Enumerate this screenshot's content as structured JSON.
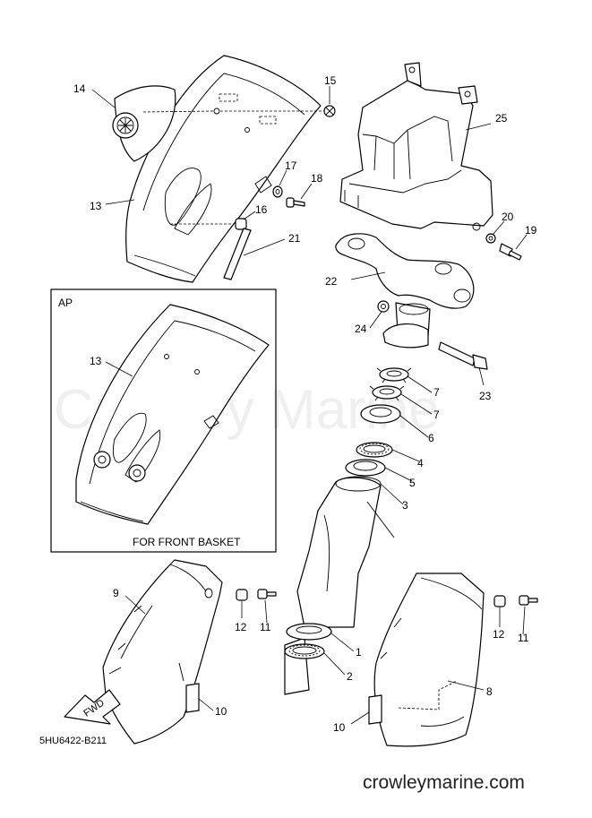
{
  "watermark": "Crowley Marine",
  "site": "crowleymarine.com",
  "diagram_code": "5HU6422-B211",
  "inset": {
    "tag": "AP",
    "caption": "FOR FRONT BASKET",
    "callout": "13"
  },
  "fwd_label": "FWD",
  "callouts": {
    "c1": "1",
    "c2": "2",
    "c3": "3",
    "c4": "4",
    "c5": "5",
    "c6": "6",
    "c7a": "7",
    "c7b": "7",
    "c8": "8",
    "c9": "9",
    "c10a": "10",
    "c10b": "10",
    "c11a": "11",
    "c11b": "11",
    "c12a": "12",
    "c12b": "12",
    "c13": "13",
    "c14": "14",
    "c15": "15",
    "c16": "16",
    "c17": "17",
    "c18": "18",
    "c19": "19",
    "c20": "20",
    "c21": "21",
    "c22": "22",
    "c23": "23",
    "c24": "24",
    "c25": "25"
  }
}
